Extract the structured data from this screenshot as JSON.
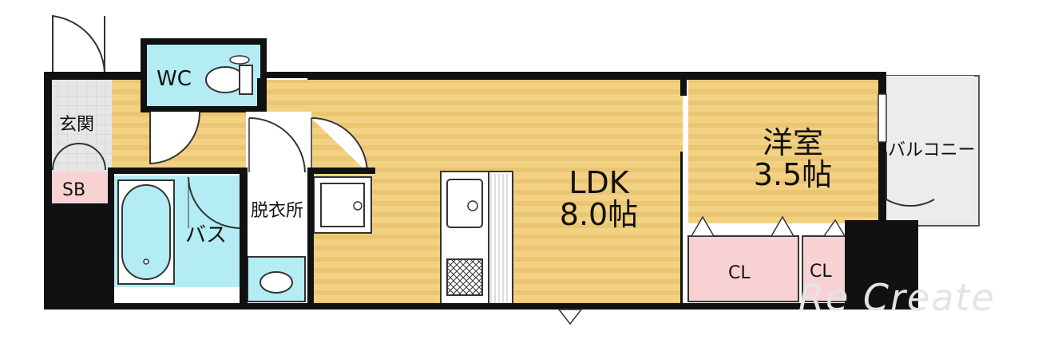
{
  "rooms": {
    "entrance": {
      "label": "玄関"
    },
    "shoe_box": {
      "label": "SB"
    },
    "toilet": {
      "label": "WC"
    },
    "bath": {
      "label": "バス"
    },
    "dressing": {
      "label": "脱衣所"
    },
    "ldk": {
      "label_line1": "LDK",
      "label_line2": "8.0帖"
    },
    "western_room": {
      "label_line1": "洋室",
      "label_line2": "3.5帖"
    },
    "balcony": {
      "label": "バルコニー"
    },
    "closet_1": {
      "label": "CL"
    },
    "closet_2": {
      "label": "CL"
    }
  },
  "watermark": {
    "text": "Re Create"
  },
  "colors": {
    "wall": "#111111",
    "floor_wood": "#f3d184",
    "wood_stripe": "#e8c26e",
    "wet_area": "#b3ecf2",
    "closet": "#f8d2d2",
    "balcony": "#e8e8e8",
    "entrance_tile": "#e0e0e0"
  }
}
